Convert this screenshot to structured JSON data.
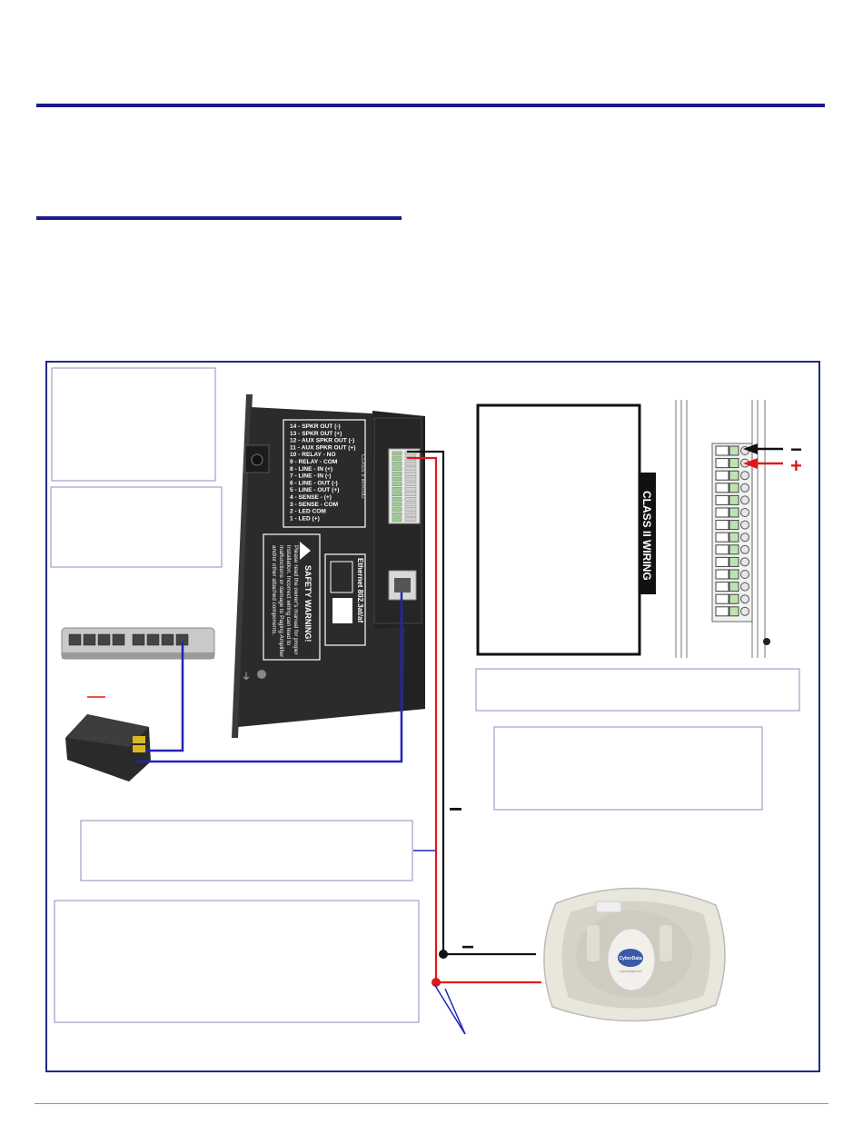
{
  "colors": {
    "rule": "#1a1a8c",
    "frame": "#1f2a8a",
    "box_border": "#8a8fc0",
    "wire_red": "#e01818",
    "wire_black": "#111111",
    "wire_blue": "#2323b8",
    "device_body": "#2b2b2b"
  },
  "terminal_labels": [
    "14 - SPKR OUT (-)",
    "13 - SPKR OUT (+)",
    "12 - AUX SPKR OUT (-)",
    "11 - AUX SPKR OUT (+)",
    "10 - RELAY -  NO",
    "9 - RELAY - COM",
    "8 - LINE - IN (+)",
    "7 - LINE - IN (-)",
    "6 - LINE - OUT (-)",
    "5 - LINE - OUT (+)",
    "4 - SENSE - (+)",
    "3 - SENSE - COM",
    "2 - LED COM",
    "1 - LED (+)"
  ],
  "class_wiring_tag": "CLASS II WIRING",
  "class_wiring_small": "CLASS II WIRING",
  "safety_title": "SAFETY WARNING!",
  "safety_text": [
    "Please read the owner's manual for proper",
    "installation. Incorrect wiring can lead to",
    "malfunctions or damage to Paging Amplifier",
    "and/or other attached components."
  ],
  "ethernet_label": "Ethernet 802.3at/af",
  "polarity": {
    "minus": "−",
    "plus": "+"
  },
  "speaker_badge": "CyberData",
  "speaker_sub": "Cyberdata.net"
}
